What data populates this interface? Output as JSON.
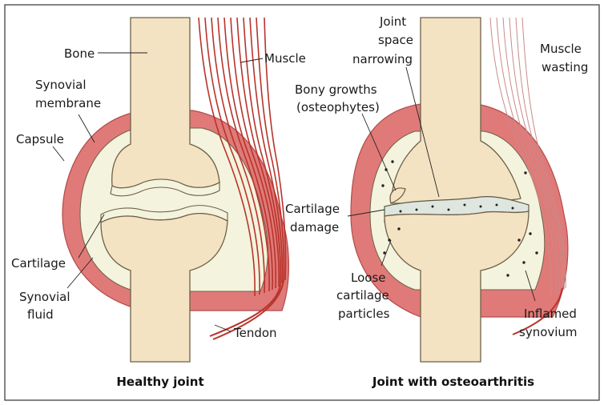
{
  "colors": {
    "bone": "#f4e3c3",
    "bone_outline": "#6e6048",
    "synovium": "#e07a78",
    "synovium_outline": "#b44a4a",
    "synovial_fluid": "#f4f3dd",
    "muscle": "#b8332b",
    "wasted_muscle": "#c98a88",
    "frame": "#333333"
  },
  "healthy": {
    "caption": "Healthy joint",
    "labels": {
      "bone": "Bone",
      "muscle": "Muscle",
      "synovial_membrane_1": "Synovial",
      "synovial_membrane_2": "membrane",
      "capsule": "Capsule",
      "cartilage": "Cartilage",
      "synovial_fluid_1": "Synovial",
      "synovial_fluid_2": "fluid",
      "tendon": "Tendon"
    }
  },
  "osteoarthritis": {
    "caption": "Joint with osteoarthritis",
    "labels": {
      "joint_space_1": "Joint",
      "joint_space_2": "space",
      "joint_space_3": "narrowing",
      "muscle_wasting_1": "Muscle",
      "muscle_wasting_2": "wasting",
      "bony_growths_1": "Bony growths",
      "bony_growths_2": "(osteophytes)",
      "cartilage_damage_1": "Cartilage",
      "cartilage_damage_2": "damage",
      "loose_particles_1": "Loose",
      "loose_particles_2": "cartilage",
      "loose_particles_3": "particles",
      "inflamed_synovium_1": "Inflamed",
      "inflamed_synovium_2": "synovium"
    }
  }
}
